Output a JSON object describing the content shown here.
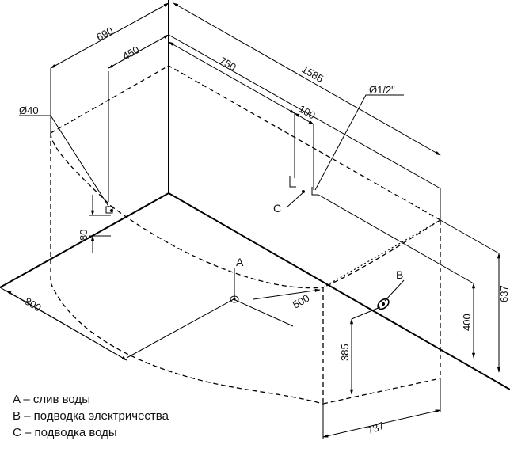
{
  "dimensions": {
    "d690": "690",
    "d450": "450",
    "d750": "750",
    "d1585": "1585",
    "d100": "100",
    "pipe": "Ø1/2\"",
    "drain": "Ø40",
    "d80": "80",
    "d800": "800",
    "d500": "500",
    "d385": "385",
    "d400": "400",
    "d637": "637",
    "d737": "737"
  },
  "markers": {
    "a": "A",
    "b": "B",
    "c": "C"
  },
  "legend": {
    "a": "A – слив воды",
    "b": "B – подводка электричества",
    "c": "C – подводка воды"
  }
}
